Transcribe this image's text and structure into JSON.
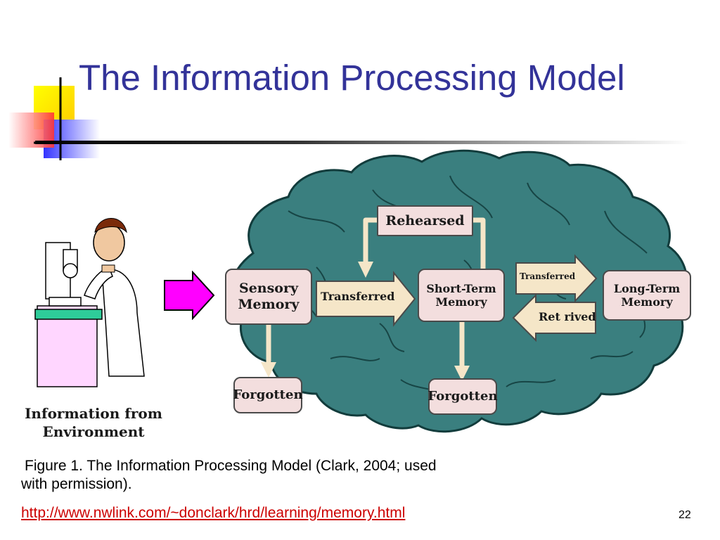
{
  "slide": {
    "title": "The Information Processing Model",
    "page_number": "22"
  },
  "diagram": {
    "environment_label_line1": "Information from",
    "environment_label_line2": "Environment",
    "nodes": {
      "sensory_line1": "Sensory",
      "sensory_line2": "Memory",
      "short_term_line1": "Short-Term",
      "short_term_line2": "Memory",
      "long_term_line1": "Long-Term",
      "long_term_line2": "Memory",
      "rehearsed": "Rehearsed",
      "forgotten_left": "Forgotten",
      "forgotten_right": "Forgotten"
    },
    "arrows": {
      "transferred_1": "Transferred",
      "transferred_2": "Transferred",
      "retrieved": "Ret rived"
    },
    "colors": {
      "brain": "#3a7f7f",
      "box_fill": "#f3dede",
      "input_arrow": "#ff00ff",
      "flow_arrow": "#f5e6c8"
    }
  },
  "caption": {
    "line1": "Figure 1. The Information Processing Model (Clark, 2004; used",
    "line2": "with permission).",
    "link": "http://www.nwlink.com/~donclark/hrd/learning/memory.html"
  }
}
